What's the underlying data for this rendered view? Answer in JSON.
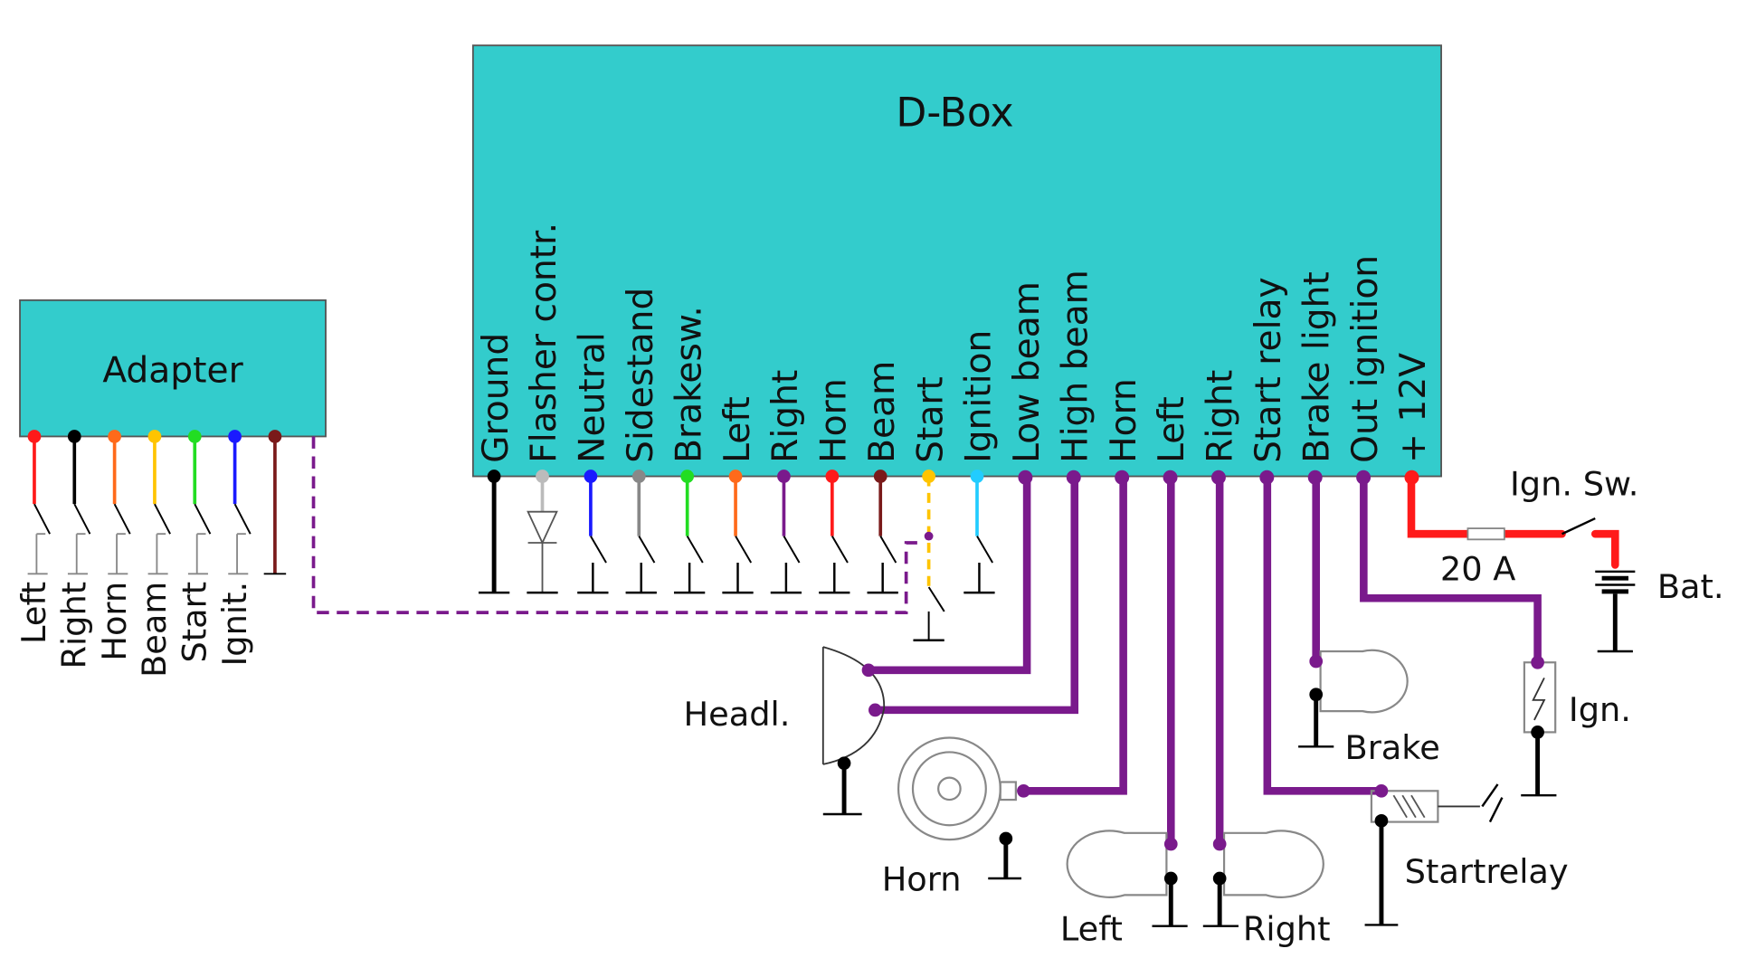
{
  "adapter": {
    "title": "Adapter",
    "pins": [
      {
        "label": "Left",
        "color": "#ff1a1a"
      },
      {
        "label": "Right",
        "color": "#000000"
      },
      {
        "label": "Horn",
        "color": "#ff6a1a"
      },
      {
        "label": "Beam",
        "color": "#ffc400"
      },
      {
        "label": "Start",
        "color": "#22dd22"
      },
      {
        "label": "Ignit.",
        "color": "#1a1aff"
      }
    ],
    "extra_wire_color": "#7a1a1a"
  },
  "dbox": {
    "title": "D-Box",
    "pins": [
      {
        "label": "Ground",
        "color": "#000000"
      },
      {
        "label": "Flasher contr.",
        "color": "#bbbbbb"
      },
      {
        "label": "Neutral",
        "color": "#1a1aff"
      },
      {
        "label": "Sidestand",
        "color": "#888888"
      },
      {
        "label": "Brakesw.",
        "color": "#22dd22"
      },
      {
        "label": "Left",
        "color": "#ff6a1a"
      },
      {
        "label": "Right",
        "color": "#7a1a8c"
      },
      {
        "label": "Horn",
        "color": "#ff1a1a"
      },
      {
        "label": "Beam",
        "color": "#7a1a1a"
      },
      {
        "label": "Start",
        "color": "#ffc400"
      },
      {
        "label": "Ignition",
        "color": "#22ccff"
      },
      {
        "label": "Low beam",
        "color": "#7a1a8c"
      },
      {
        "label": "High beam",
        "color": "#7a1a8c"
      },
      {
        "label": "Horn",
        "color": "#7a1a8c"
      },
      {
        "label": "Left",
        "color": "#7a1a8c"
      },
      {
        "label": "Right",
        "color": "#7a1a8c"
      },
      {
        "label": "Start relay",
        "color": "#7a1a8c"
      },
      {
        "label": "Brake light",
        "color": "#7a1a8c"
      },
      {
        "label": "Out ignition",
        "color": "#7a1a8c"
      },
      {
        "label": "+ 12V",
        "color": "#ff1a1a"
      }
    ]
  },
  "components": {
    "headlight": "Headl.",
    "horn": "Horn",
    "left_indicator": "Left",
    "right_indicator": "Right",
    "brake": "Brake",
    "ignition": "Ign.",
    "start_relay": "Startrelay",
    "ignition_switch": "Ign. Sw.",
    "fuse": "20 A",
    "battery": "Bat."
  },
  "colors": {
    "box_fill": "#33cccc",
    "output_wire": "#7a1a8c",
    "power_wire": "#ff1a1a"
  }
}
